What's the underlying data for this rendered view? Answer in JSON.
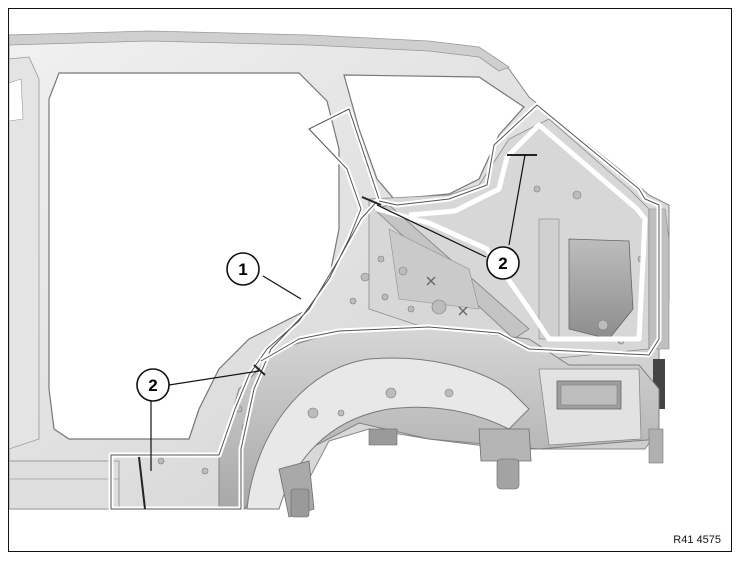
{
  "diagram": {
    "reference_code": "R41 4575",
    "callouts": [
      {
        "id": "1",
        "label": "1"
      },
      {
        "id": "2",
        "label": "2"
      },
      {
        "id": "2b",
        "label": "2"
      }
    ]
  }
}
